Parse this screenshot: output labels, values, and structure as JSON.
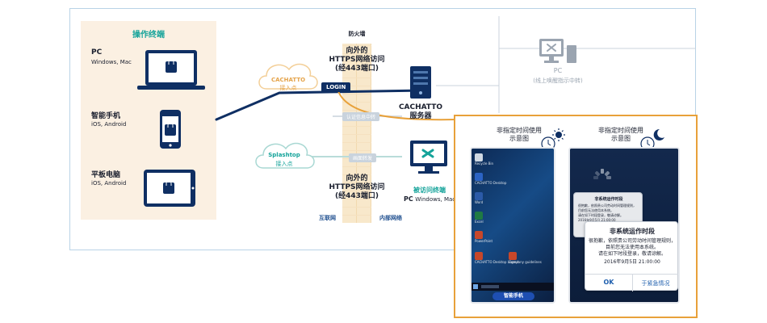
{
  "operating_terminals": {
    "title": "操作终端",
    "devices": [
      {
        "name": "PC",
        "os": "Windows, Mac"
      },
      {
        "name": "智能手机",
        "os": "iOS, Android"
      },
      {
        "name": "平板电脑",
        "os": "iOS, Android"
      }
    ]
  },
  "firewall": {
    "title": "防火墙"
  },
  "https_top": {
    "line1": "向外的",
    "line2": "HTTPS网络访问",
    "line3": "(经443端口)"
  },
  "https_bottom": {
    "line1": "向外的",
    "line2": "HTTPS网络访问",
    "line3": "(经443端口)"
  },
  "cachatto_cloud": {
    "name": "CACHATTO",
    "sub": "接入点"
  },
  "splashtop_cloud": {
    "name": "Splashtop",
    "sub": "接入点"
  },
  "login_tag": "LOGIN",
  "server": {
    "line1": "CACHATTO",
    "line2": "服务器"
  },
  "target_terminal": {
    "title": "被访问终端",
    "name": "PC",
    "os": "Windows, Mac"
  },
  "remote_pc": {
    "name": "PC",
    "sub": "(线上唤醒指示中转)"
  },
  "grey_tags": {
    "auth": "认证信息中转",
    "screen": "画面转发"
  },
  "zones": {
    "internet": "互联网",
    "internal": "内部网络"
  },
  "popup": {
    "left_caption": {
      "line1": "非指定时间使用",
      "line2": "示意图"
    },
    "right_caption": {
      "line1": "非指定时间使用",
      "line2": "示意图"
    },
    "phone_label": "智能手机",
    "desktop_app_labels": [
      "Recycle Bin",
      "CACHATTO Desktop",
      "Word",
      "Excel",
      "PowerPoint",
      "CACHATTO Desktop Logout",
      "Company guidelines"
    ],
    "dialog": {
      "title": "非系统运作时段",
      "body": [
        "很抱歉，依照贵公司劳动时间管理规则，",
        "目前您无法使用本系统。",
        "请在如下时段登录，敬请谅解。",
        "2016年9月5日 21:00:00"
      ],
      "ok": "OK",
      "emergency": "于紧急情况"
    }
  },
  "colors": {
    "navy": "#0f2f63",
    "orange": "#e8a13a",
    "teal": "#14a39a",
    "peach": "#fbf0e2",
    "frame_blue": "#b9d3e6"
  }
}
